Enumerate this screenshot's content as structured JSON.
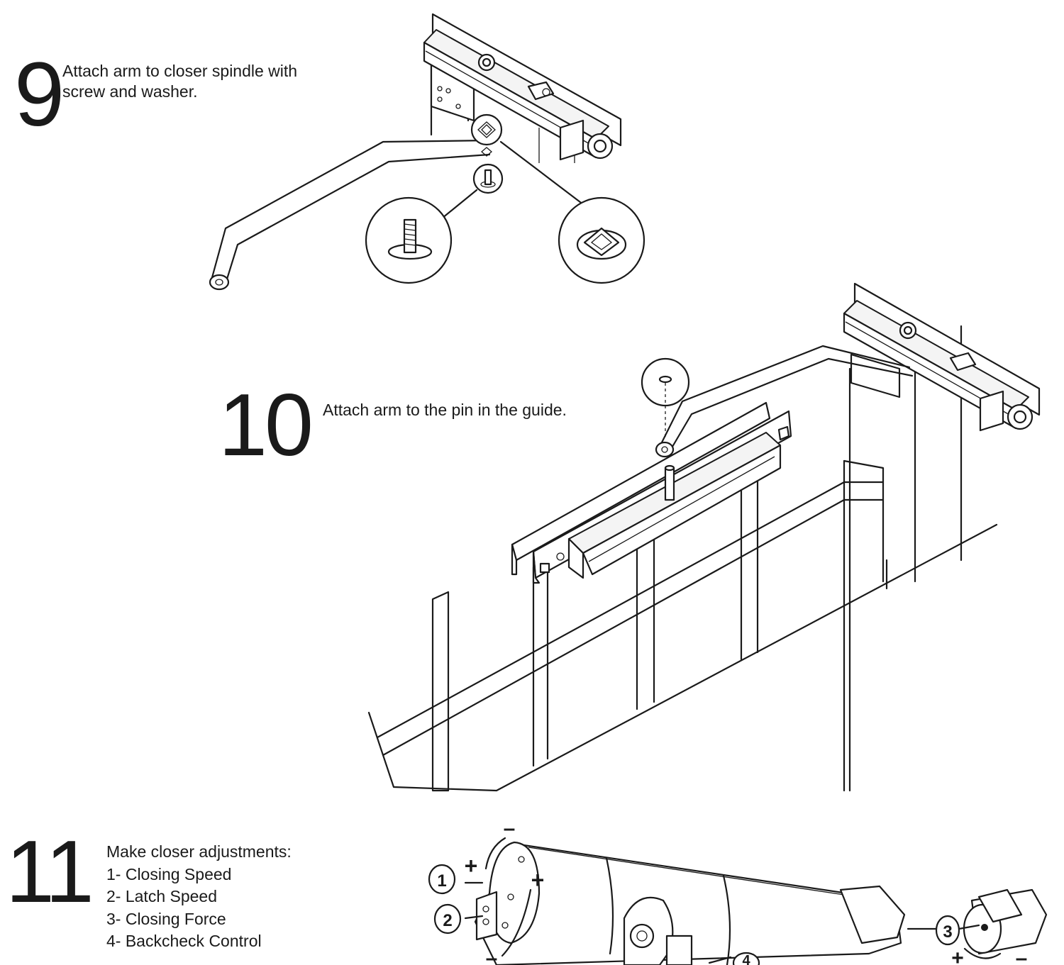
{
  "steps": [
    {
      "number": "9",
      "lines": [
        "Attach arm to closer spindle with",
        "screw and washer."
      ]
    },
    {
      "number": "10",
      "lines": [
        "Attach arm to the pin in the guide."
      ]
    },
    {
      "number": "11",
      "lines": [
        "Make closer adjustments:",
        "1- Closing Speed",
        "2- Latch Speed",
        "3- Closing Force",
        "4- Backcheck Control"
      ]
    }
  ],
  "figure_labels": {
    "callout_1": "1",
    "callout_2": "2",
    "callout_3": "3",
    "callout_4": "4",
    "plus": "+",
    "minus": "–"
  }
}
